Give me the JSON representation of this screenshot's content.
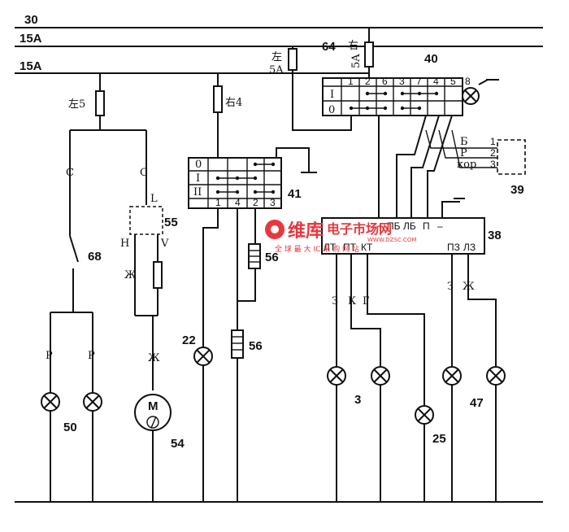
{
  "rails": {
    "r30": "30",
    "r15a_top": "15A",
    "r15a_bot": "15A"
  },
  "fuses": {
    "left5": "左5",
    "right4": "右4",
    "left5a_top": "左",
    "left5a_bot": "5A",
    "right5a_top": "右",
    "right5a_bot": "5A"
  },
  "wires": {
    "c": "С",
    "p": "Р",
    "zh": "Ж",
    "z": "З",
    "k": "К",
    "g": "Г"
  },
  "components": {
    "c40": "40",
    "c64": "64",
    "c41": "41",
    "c55": "55",
    "c68": "68",
    "c56a": "56",
    "c56b": "56",
    "c39": "39",
    "c38": "38",
    "c22": "22",
    "c50": "50",
    "c54": "54",
    "c3": "3",
    "c25": "25",
    "c47": "47"
  },
  "switch40": {
    "cols": [
      "1",
      "2",
      "6",
      "3",
      "7",
      "4",
      "5",
      "8"
    ],
    "rows": [
      "I",
      "0"
    ]
  },
  "switch41": {
    "rows": [
      "0",
      "I",
      "II"
    ],
    "cols": [
      "1",
      "4",
      "2",
      "3"
    ]
  },
  "relay55": {
    "l": "L",
    "h": "H",
    "v": "V"
  },
  "motor54": {
    "m": "M"
  },
  "conn39": {
    "b": "Б",
    "r": "Р",
    "kor": "кор",
    "n1": "1",
    "n2": "2",
    "n3": "3"
  },
  "unit38": {
    "top_plus": "+",
    "top_pb": "ПБ",
    "top_lb": "ЛБ",
    "top_p": "П",
    "top_minus": "–",
    "bot_lt": "ЛТ",
    "bot_pt": "ПТ",
    "bot_kt": "КТ",
    "bot_pz": "ПЗ",
    "bot_lz": "ЛЗ"
  },
  "watermark": {
    "logo": "维库",
    "title": "电子市场网",
    "url": "WWW.DZSC.COM",
    "slogan": "全 球 最 大 IC 采 购 网 站"
  }
}
